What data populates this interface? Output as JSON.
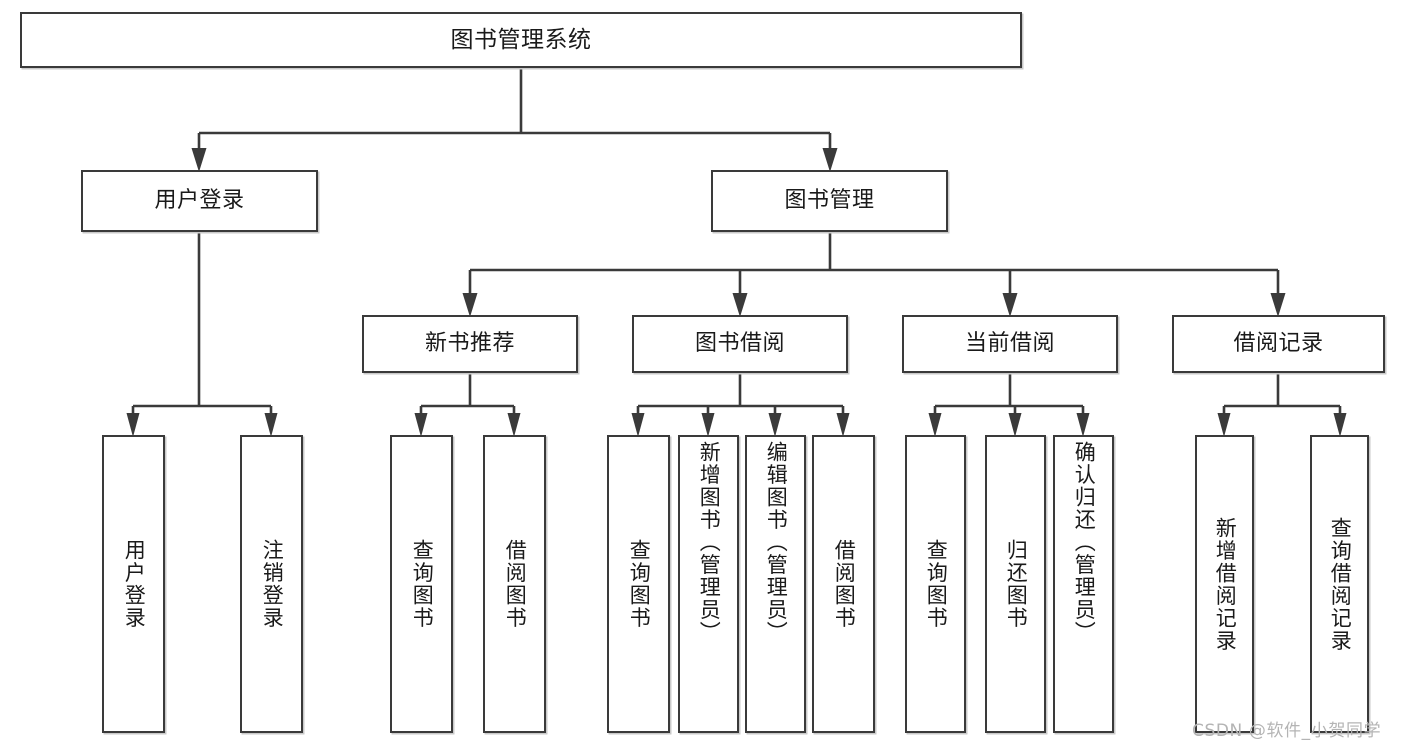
{
  "diagram": {
    "title": "图书管理系统",
    "type": "tree-hierarchy",
    "watermark": "CSDN @软件_小贺同学",
    "colors": {
      "box_border": "#3a3a3a",
      "box_fill": "#ffffff",
      "connector": "#3a3a3a",
      "text": "#1a1a1a",
      "watermark": "#b4b4b4",
      "background": "#ffffff"
    }
  },
  "nodes": {
    "root": {
      "label": "图书管理系统"
    },
    "level2": [
      {
        "id": "user-login",
        "label": "用户登录"
      },
      {
        "id": "book-manage",
        "label": "图书管理"
      }
    ],
    "level3": [
      {
        "id": "new-book-recommend",
        "label": "新书推荐"
      },
      {
        "id": "book-borrow",
        "label": "图书借阅"
      },
      {
        "id": "current-borrow",
        "label": "当前借阅"
      },
      {
        "id": "borrow-record",
        "label": "借阅记录"
      }
    ],
    "leaves": {
      "user_login": [
        {
          "id": "leaf-user-login",
          "label": "用户登录"
        },
        {
          "id": "leaf-logout-login",
          "label": "注销登录"
        }
      ],
      "new_book_recommend": [
        {
          "id": "leaf-query-book-1",
          "label": "查询图书"
        },
        {
          "id": "leaf-borrow-book-1",
          "label": "借阅图书"
        }
      ],
      "book_borrow": [
        {
          "id": "leaf-query-book-2",
          "label": "查询图书"
        },
        {
          "id": "leaf-add-book",
          "label": "新增图书（管理员）"
        },
        {
          "id": "leaf-edit-book",
          "label": "编辑图书（管理员）"
        },
        {
          "id": "leaf-borrow-book-2",
          "label": "借阅图书"
        }
      ],
      "current_borrow": [
        {
          "id": "leaf-query-book-3",
          "label": "查询图书"
        },
        {
          "id": "leaf-return-book",
          "label": "归还图书"
        },
        {
          "id": "leaf-confirm-return",
          "label": "确认归还（管理员）"
        }
      ],
      "borrow_record": [
        {
          "id": "leaf-add-record",
          "label": "新增借阅记录"
        },
        {
          "id": "leaf-query-record",
          "label": "查询借阅记录"
        }
      ]
    }
  }
}
